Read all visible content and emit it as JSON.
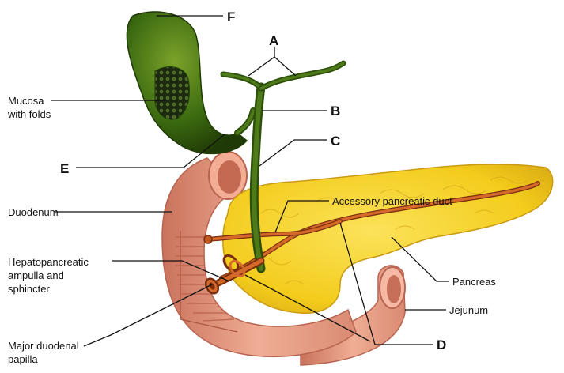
{
  "diagram": {
    "letters": {
      "a": "A",
      "b": "B",
      "c": "C",
      "d": "D",
      "e": "E",
      "f": "F"
    },
    "labels": {
      "mucosa_line1": "Mucosa",
      "mucosa_line2": "with folds",
      "duodenum": "Duodenum",
      "hepato_line1": "Hepatopancreatic",
      "hepato_line2": "ampulla and",
      "hepato_line3": "sphincter",
      "papilla_line1": "Major duodenal",
      "papilla_line2": "papilla",
      "accessory_duct": "Accessory pancreatic duct",
      "pancreas": "Pancreas",
      "jejunum": "Jejunum"
    },
    "colors": {
      "gallbladder": "#3c6a10",
      "gallbladder_dark": "#223d08",
      "pancreas": "#f3cc1c",
      "pancreas_edge": "#c99a12",
      "duodenum": "#e59a82",
      "duodenum_edge": "#b86450",
      "duct": "#c0591f",
      "lines": "#111111"
    }
  }
}
